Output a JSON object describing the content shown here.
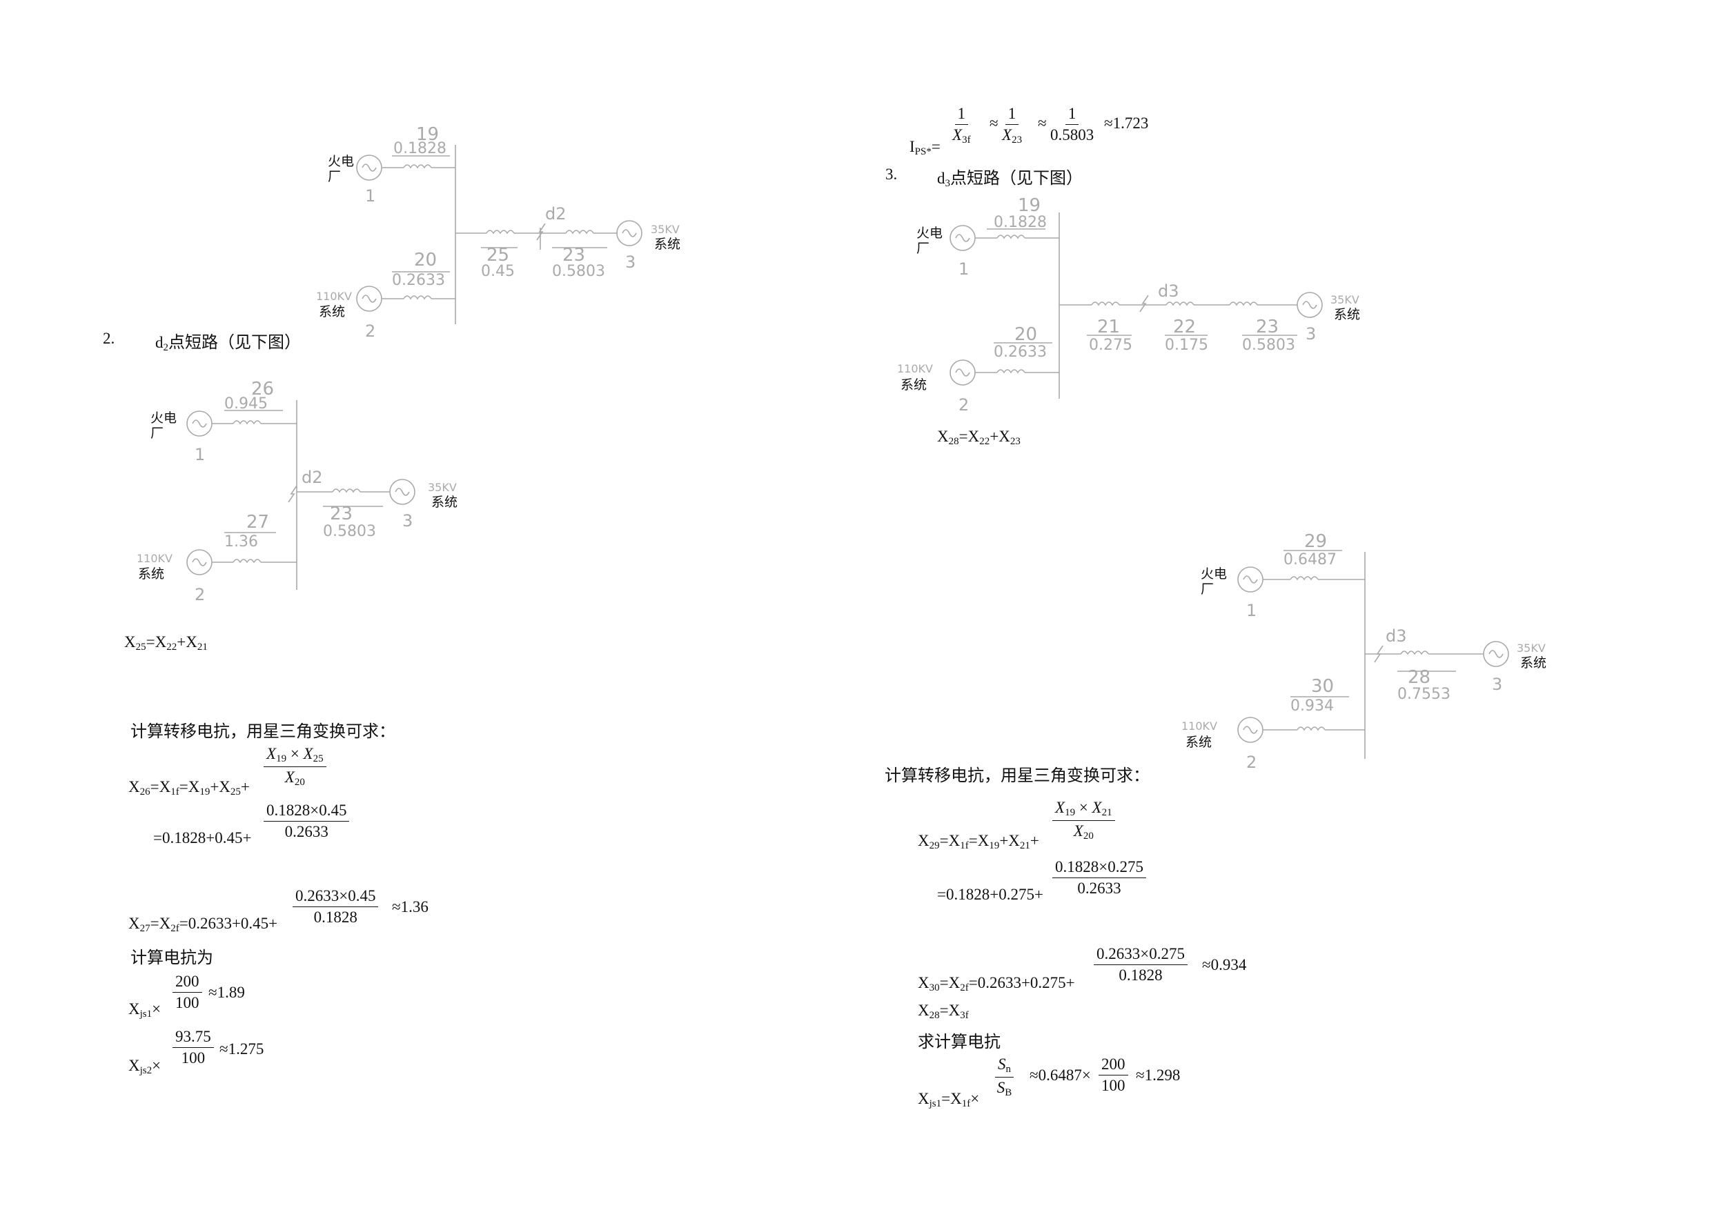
{
  "diagrams": {
    "label_plant": "火电",
    "label_plant2": "厂",
    "label_system": "系统",
    "label_110kv": "110KV",
    "label_35kv": "35KV",
    "d1": {
      "r19_id": "19",
      "r19_val": "0.1828",
      "r20_id": "20",
      "r20_val": "0.2633",
      "r25_id": "25",
      "r25_val": "0.45",
      "r23_id": "23",
      "r23_val": "0.5803",
      "fault": "d2",
      "n1": "1",
      "n2": "2",
      "n3": "3"
    },
    "d2": {
      "r26_id": "26",
      "r26_val": "0.945",
      "r27_id": "27",
      "r27_val": "1.36",
      "r23_id": "23",
      "r23_val": "0.5803",
      "fault": "d2",
      "n1": "1",
      "n2": "2",
      "n3": "3"
    },
    "d3": {
      "r19_id": "19",
      "r19_val": "0.1828",
      "r20_id": "20",
      "r20_val": "0.2633",
      "r21_id": "21",
      "r21_val": "0.275",
      "r22_id": "22",
      "r22_val": "0.175",
      "r23_id": "23",
      "r23_val": "0.5803",
      "fault": "d3",
      "n1": "1",
      "n2": "2",
      "n3": "3"
    },
    "d4": {
      "r29_id": "29",
      "r29_val": "0.6487",
      "r30_id": "30",
      "r30_val": "0.934",
      "r28_id": "28",
      "r28_val": "0.7553",
      "fault": "d3",
      "n1": "1",
      "n2": "2",
      "n3": "3"
    }
  },
  "left": {
    "sec2_num": "2.",
    "sec2_d": "d",
    "sec2_sub": "2",
    "sec2_text": "点短路（见下图）",
    "eq_x25": {
      "a": "X",
      "a_sub": "25",
      "b": "=X",
      "b_sub": "22",
      "c": "+X",
      "c_sub": "21"
    },
    "calc_title": "计算转移电抗，用星三角变换可求：",
    "x26_prefix": "X",
    "x26_sub": "26",
    "x26_mid": "=X",
    "x26_mid_sub": "1f",
    "x26_mid2": "=X",
    "x26_mid2_sub": "19",
    "x26_mid3": "+X",
    "x26_mid3_sub": "25",
    "x26_plus": "+",
    "f1_num_a": "X",
    "f1_num_a_sub": "19",
    "f1_times": " × ",
    "f1_num_b": "X",
    "f1_num_b_sub": "25",
    "f1_den": "X",
    "f1_den_sub": "20",
    "line2_prefix": "=0.1828+0.45+",
    "f2_num": "0.1828×0.45",
    "f2_den": "0.2633",
    "x27_prefix": "X",
    "x27_sub": "27",
    "x27_mid": "=X",
    "x27_mid_sub": "2f",
    "x27_rest": "=0.2633+0.45+",
    "f3_num": "0.2633×0.45",
    "f3_den": "0.1828",
    "approx": "≈",
    "x27_result": "1.36",
    "calc_reactance": "计算电抗为",
    "xjs1": "X",
    "xjs1_sub": "js1",
    "xjs_times": "×",
    "f4_num": "200",
    "f4_den": "100",
    "xjs1_result": "1.89",
    "xjs2": "X",
    "xjs2_sub": "js2",
    "f5_num": "93.75",
    "f5_den": "100",
    "xjs2_result": "1.275"
  },
  "right": {
    "ips_label": "I",
    "ips_sub": "PS*",
    "ips_eq": "=",
    "g1_num": "1",
    "g1_den": "X",
    "g1_den_sub": "3f",
    "g2_num": "1",
    "g2_den": "X",
    "g2_den_sub": "23",
    "g3_num": "1",
    "g3_den": "0.5803",
    "approx": "≈",
    "ips_result": "1.723",
    "sec3_num": "3.",
    "sec3_d": "d",
    "sec3_sub": "3",
    "sec3_text": "点短路（见下图）",
    "eq_x28": {
      "a": "X",
      "a_sub": "28",
      "b": "=X",
      "b_sub": "22",
      "c": "+X",
      "c_sub": "23"
    },
    "calc_title": "计算转移电抗，用星三角变换可求：",
    "x29_a": "X",
    "x29_a_sub": "29",
    "x29_b": "=X",
    "x29_b_sub": "1f",
    "x29_c": "=X",
    "x29_c_sub": "19",
    "x29_d": "+X",
    "x29_d_sub": "21",
    "x29_plus": "+",
    "h1_num_a": "X",
    "h1_num_a_sub": "19",
    "h1_times": " × ",
    "h1_num_b": "X",
    "h1_num_b_sub": "21",
    "h1_den": "X",
    "h1_den_sub": "20",
    "line2_prefix": "=0.1828+0.275+",
    "h2_num": "0.1828×0.275",
    "h2_den": "0.2633",
    "x30_a": "X",
    "x30_a_sub": "30",
    "x30_b": "=X",
    "x30_b_sub": "2f",
    "x30_rest": "=0.2633+0.275+",
    "h3_num": "0.2633×0.275",
    "h3_den": "0.1828",
    "x30_result": "0.934",
    "x28_a": "X",
    "x28_a_sub": "28",
    "x28_b": "=X",
    "x28_b_sub": "3f",
    "calc_reactance": "求计算电抗",
    "xjs1": "X",
    "xjs1_sub": "js1",
    "xjs1_b": "=X",
    "xjs1_b_sub": "1f",
    "xjs_times": "×",
    "h4_num": "S",
    "h4_num_sub": "n",
    "h4_den": "S",
    "h4_den_sub": "B",
    "mid_val": "0.6487",
    "times2": "×",
    "h5_num": "200",
    "h5_den": "100",
    "xjs1_result": "1.298"
  }
}
